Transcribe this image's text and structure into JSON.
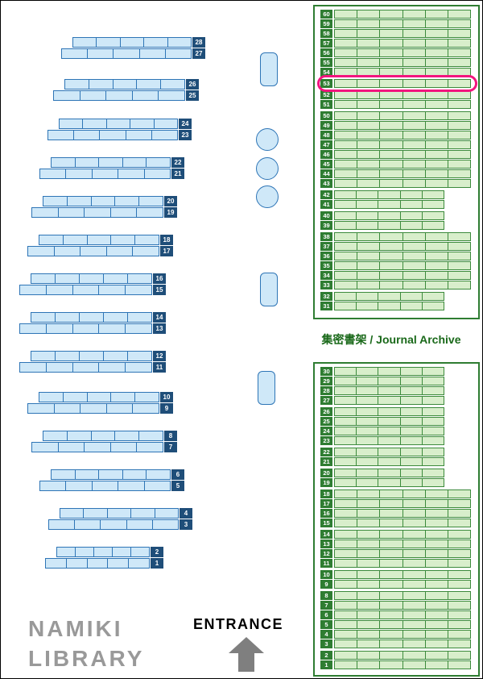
{
  "map": {
    "library_name": [
      "NAMIKI",
      "LIBRARY"
    ],
    "entrance_label": "ENTRANCE",
    "archive_label": "集密書架 / Journal Archive",
    "highlighted_shelf": 53
  },
  "left_shelves": {
    "pairs": [
      [
        28,
        27
      ],
      [
        26,
        25
      ],
      [
        24,
        23
      ],
      [
        22,
        21
      ],
      [
        20,
        19
      ],
      [
        18,
        17
      ],
      [
        16,
        15
      ],
      [
        14,
        13
      ],
      [
        12,
        11
      ],
      [
        10,
        9
      ],
      [
        8,
        7
      ],
      [
        6,
        5
      ],
      [
        4,
        3
      ],
      [
        2,
        1
      ]
    ]
  },
  "journal_archive": {
    "top_section": {
      "groups": [
        {
          "shelves": [
            60,
            59,
            58,
            57,
            56,
            55,
            54
          ],
          "size": "long"
        },
        {
          "shelves": [
            53
          ],
          "size": "long",
          "highlighted": true
        },
        {
          "shelves": [
            52,
            51
          ],
          "size": "long"
        },
        {
          "shelves": [
            50,
            49,
            48,
            47,
            46,
            45,
            44,
            43
          ],
          "size": "long"
        },
        {
          "shelves": [
            42,
            41
          ],
          "size": "short"
        },
        {
          "shelves": [
            40,
            39
          ],
          "size": "short"
        },
        {
          "shelves": [
            38,
            37,
            36,
            35,
            34,
            33
          ],
          "size": "long"
        },
        {
          "shelves": [
            32,
            31
          ],
          "size": "short"
        }
      ]
    },
    "bottom_section": {
      "groups": [
        {
          "shelves": [
            30,
            29,
            28,
            27
          ],
          "size": "short"
        },
        {
          "shelves": [
            26,
            25,
            24,
            23
          ],
          "size": "short"
        },
        {
          "shelves": [
            22,
            21
          ],
          "size": "short"
        },
        {
          "shelves": [
            20,
            19
          ],
          "size": "short"
        },
        {
          "shelves": [
            18,
            17,
            16,
            15
          ],
          "size": "long"
        },
        {
          "shelves": [
            14,
            13,
            12,
            11
          ],
          "size": "long"
        },
        {
          "shelves": [
            10,
            9
          ],
          "size": "long"
        },
        {
          "shelves": [
            8,
            7,
            6,
            5,
            4,
            3
          ],
          "size": "long"
        },
        {
          "shelves": [
            2,
            1
          ],
          "size": "long"
        }
      ]
    }
  },
  "colors": {
    "blue_shelf_fill": "#cfe8f8",
    "blue_shelf_border": "#2e75b6",
    "blue_tag": "#1f4e79",
    "green_shelf_fill": "#d8eecb",
    "green_shelf_border": "#3c8a3c",
    "green_tag": "#2f7d32",
    "archive_box_border": "#2f7d32",
    "highlight_ring": "#f2157e",
    "archive_label_text": "#1a691a",
    "library_name_text": "#999999",
    "entrance_arrow": "#7f7f7f"
  }
}
